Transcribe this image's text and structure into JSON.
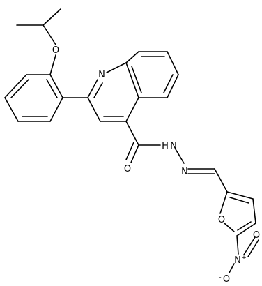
{
  "molecule": {
    "atoms": {
      "ether_oxygen": "O",
      "quinoline_nitrogen": "N",
      "carbonyl_oxygen": "O",
      "hydrazide_nh": "N",
      "hydrazide_h": "H",
      "imine_nitrogen": "N",
      "furan_oxygen": "O",
      "nitro_nitrogen": "N",
      "nitro_oxygen_up": "O",
      "nitro_oxygen_down": "O",
      "nitro_n_charge": "+",
      "nitro_o_charge": "-"
    },
    "colors": {
      "bond": "#000000",
      "label": "#000000",
      "background": "#ffffff"
    }
  }
}
